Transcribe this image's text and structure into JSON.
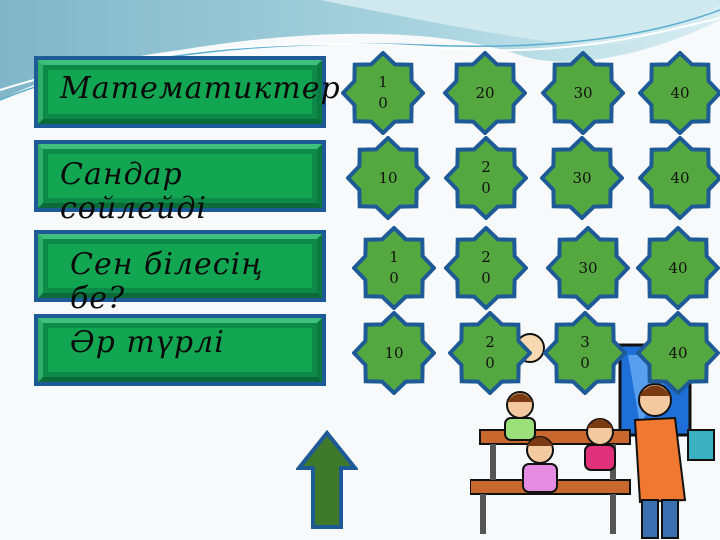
{
  "categories": [
    {
      "label": "Математиктер"
    },
    {
      "label": "Сандар сөйлейді"
    },
    {
      "label": "Сен білесің бе?"
    },
    {
      "label": "Әр түрлі"
    }
  ],
  "grid": [
    [
      "1\n0",
      "20",
      "30",
      "40"
    ],
    [
      "10",
      "2\n0",
      "30",
      "40"
    ],
    [
      "1\n0",
      "2\n0",
      "30",
      "40"
    ],
    [
      "10",
      "2\n0",
      "3\n0",
      "40"
    ]
  ],
  "colors": {
    "star_fill": "#55a83f",
    "star_border": "#1d5a96",
    "button_face": "#12a552",
    "arrow_fill": "#3f7a2c"
  },
  "icons": {
    "back": "arrow-up-icon"
  }
}
